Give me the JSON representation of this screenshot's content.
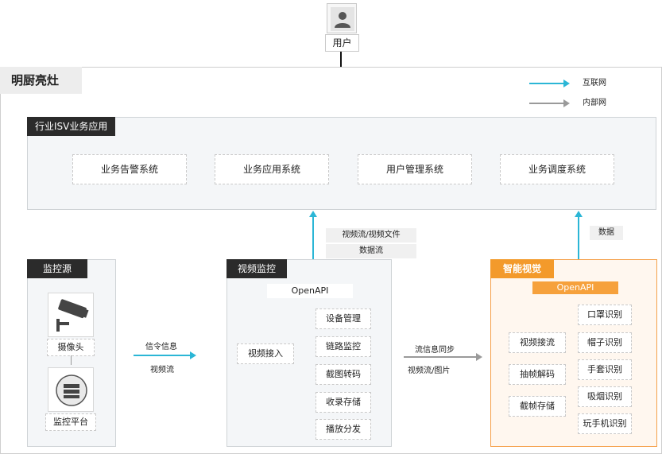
{
  "user": {
    "label": "用户",
    "icon": "user-icon"
  },
  "header": {
    "title": "明厨亮灶"
  },
  "legend": [
    {
      "label": "互联网",
      "color": "#2bb6d6"
    },
    {
      "label": "内部网",
      "color": "#9a9a9a"
    }
  ],
  "isv": {
    "title": "行业ISV业务应用",
    "items": [
      "业务告警系统",
      "业务应用系统",
      "用户管理系统",
      "业务调度系统"
    ]
  },
  "monitor_source": {
    "title": "监控源",
    "camera": {
      "label": "摄像头",
      "icon": "camera-icon"
    },
    "platform": {
      "label": "监控平台",
      "icon": "server-icon"
    }
  },
  "link_source_to_video": {
    "top": "信令信息",
    "bottom": "视频流"
  },
  "video_monitor": {
    "title": "视频监控",
    "api": "OpenAPI",
    "ingest": "视频接入",
    "functions": [
      "设备管理",
      "链路监控",
      "截图转码",
      "收录存储",
      "播放分发"
    ]
  },
  "link_video_to_isv": [
    "视频流/视频文件",
    "数据流"
  ],
  "link_video_to_vision": {
    "top": "流信息同步",
    "bottom": "视频流/图片"
  },
  "smart_vision": {
    "title": "智能视觉",
    "api": "OpenAPI",
    "pipeline": [
      "视频接流",
      "抽帧解码",
      "截帧存储"
    ],
    "recognitions": [
      "口罩识别",
      "帽子识别",
      "手套识别",
      "吸烟识别",
      "玩手机识别"
    ]
  },
  "link_vision_to_isv": "数据",
  "colors": {
    "internet": "#2bb6d6",
    "intranet": "#9a9a9a",
    "accent": "#f39a2b"
  }
}
